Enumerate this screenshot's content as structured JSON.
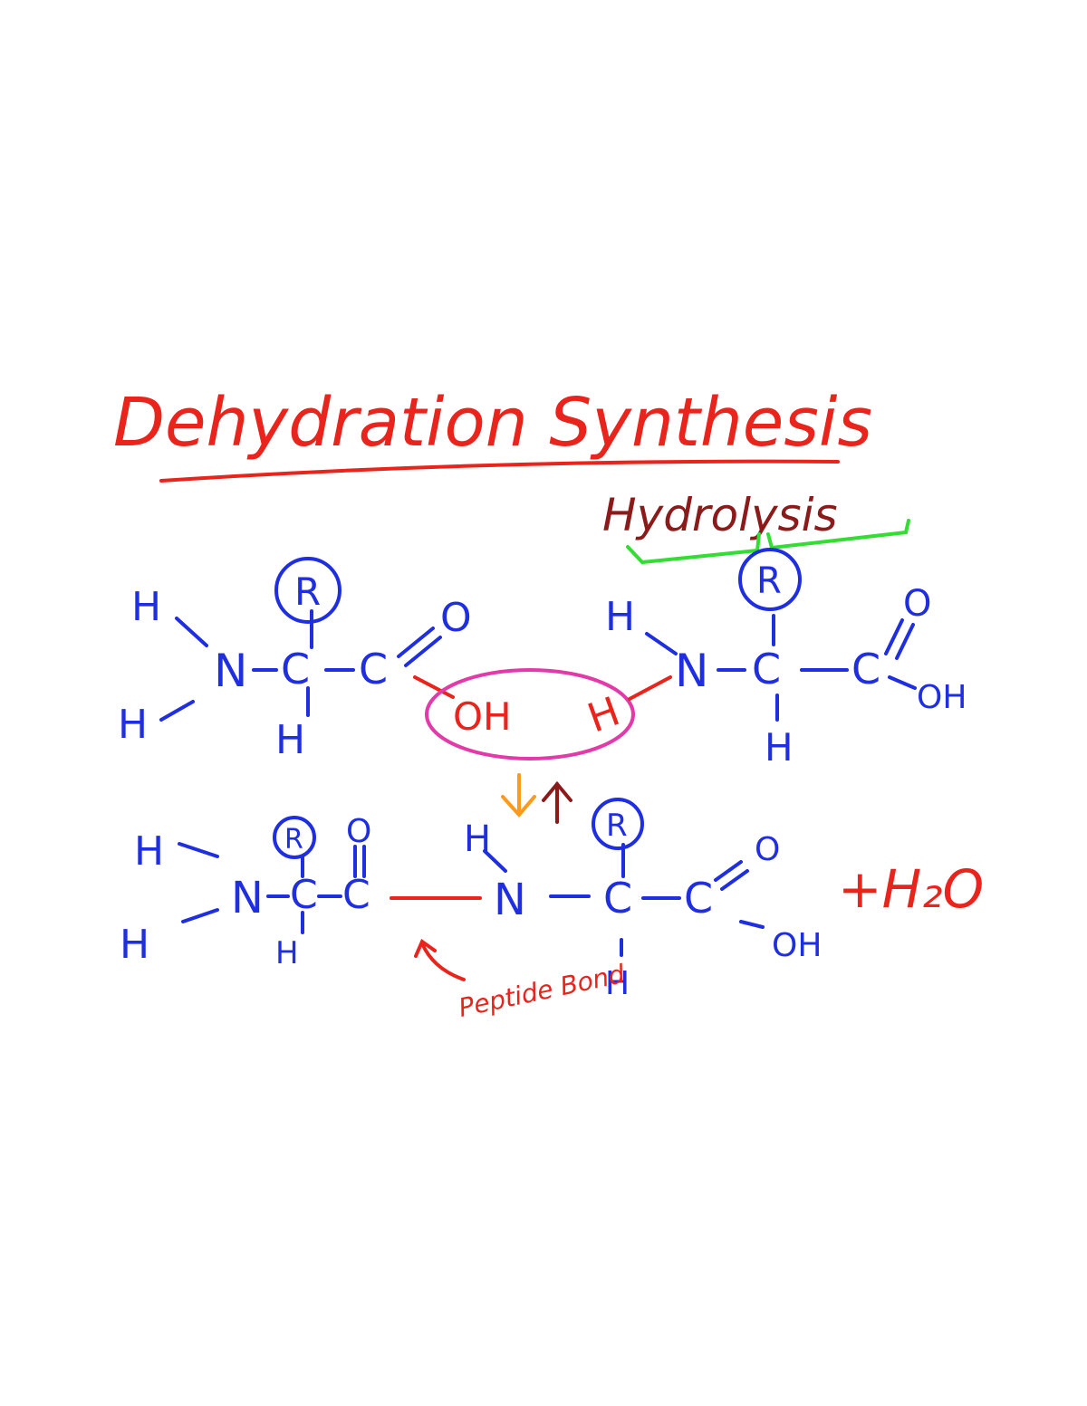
{
  "title": "Dehydration Synthesis",
  "hydrolysis_label": "Hydrolysis",
  "bond_label": "Peptide Bond",
  "product_water": "+H₂O",
  "atoms": {
    "H": "H",
    "N": "N",
    "C": "C",
    "O": "O",
    "OH": "OH",
    "R": "R"
  },
  "colors": {
    "title": "#e8241c",
    "hydrolysis": "#8b1a1a",
    "bracket": "#33dd33",
    "molecule": "#1f2fe0",
    "removed_group": "#e8241c",
    "ellipse": "#e23aa8",
    "arrow_down": "#ff9a1a",
    "arrow_up": "#8b1a1a",
    "bond": "#e8241c"
  }
}
